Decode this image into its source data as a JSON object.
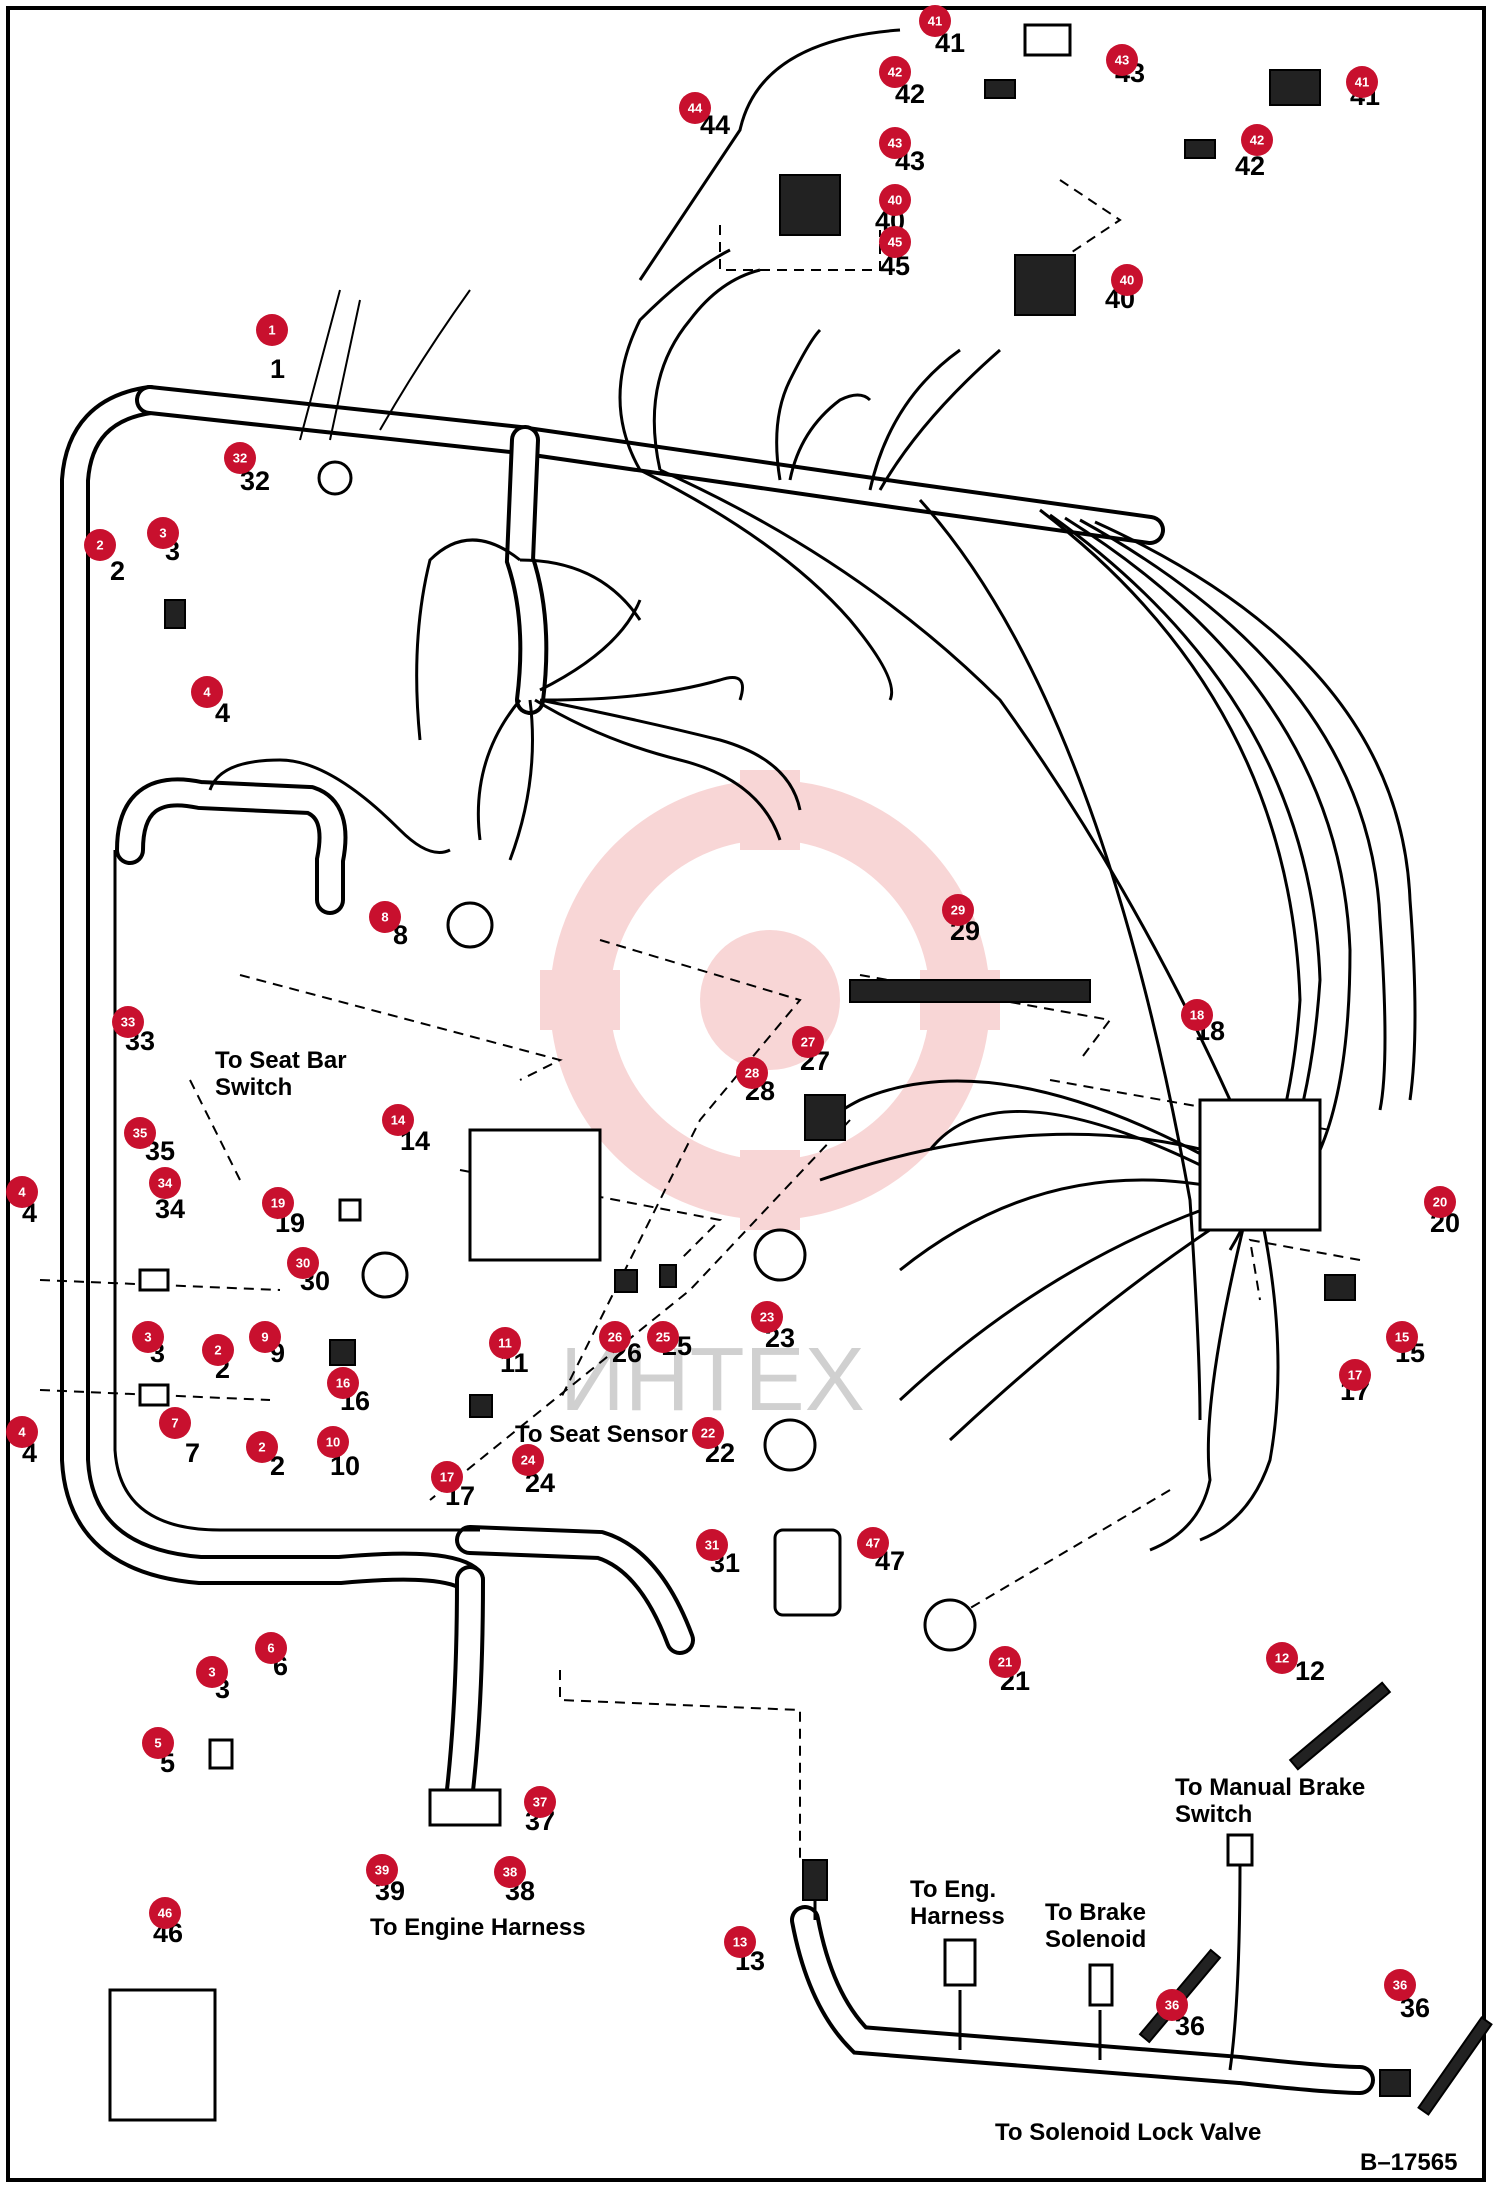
{
  "figure_id": "B–17565",
  "watermark": "ИНТЕХ",
  "accent_color": "#c8102e",
  "watermark_color": "#f3b5b5",
  "notes": {
    "seat_bar_1": "To Seat Bar",
    "seat_bar_2": "Switch",
    "seat_sensor": "To Seat Sensor",
    "engine_harness": "To Engine Harness",
    "eng_harness_1": "To Eng.",
    "eng_harness_2": "Harness",
    "brake_sol_1": "To Brake",
    "brake_sol_2": "Solenoid",
    "manual_brake_1": "To Manual Brake",
    "manual_brake_2": "Switch",
    "solenoid_lock": "To Solenoid Lock Valve"
  },
  "callouts": [
    "41",
    "42",
    "43",
    "44",
    "40",
    "45",
    "43",
    "42",
    "41",
    "40",
    "1",
    "32",
    "2",
    "3",
    "4",
    "8",
    "29",
    "18",
    "33",
    "35",
    "34",
    "14",
    "28",
    "27",
    "19",
    "20",
    "30",
    "4",
    "3",
    "2",
    "9",
    "23",
    "15",
    "26",
    "25",
    "11",
    "17",
    "16",
    "4",
    "7",
    "2",
    "10",
    "22",
    "17",
    "24",
    "47",
    "31",
    "21",
    "12",
    "6",
    "3",
    "5",
    "37",
    "39",
    "38",
    "46",
    "13",
    "36",
    "36"
  ],
  "refs": [
    "41",
    "42",
    "43",
    "44",
    "40",
    "45",
    "43",
    "42",
    "41",
    "40",
    "1",
    "32",
    "2",
    "3",
    "4",
    "8",
    "29",
    "18",
    "33",
    "35",
    "34",
    "14",
    "28",
    "27",
    "19",
    "20",
    "30",
    "4",
    "3",
    "2",
    "9",
    "23",
    "15",
    "26",
    "25",
    "11",
    "17",
    "16",
    "4",
    "7",
    "2",
    "10",
    "22",
    "17",
    "24",
    "47",
    "31",
    "21",
    "12",
    "6",
    "3",
    "5",
    "37",
    "39",
    "38",
    "46",
    "13",
    "36",
    "36"
  ]
}
